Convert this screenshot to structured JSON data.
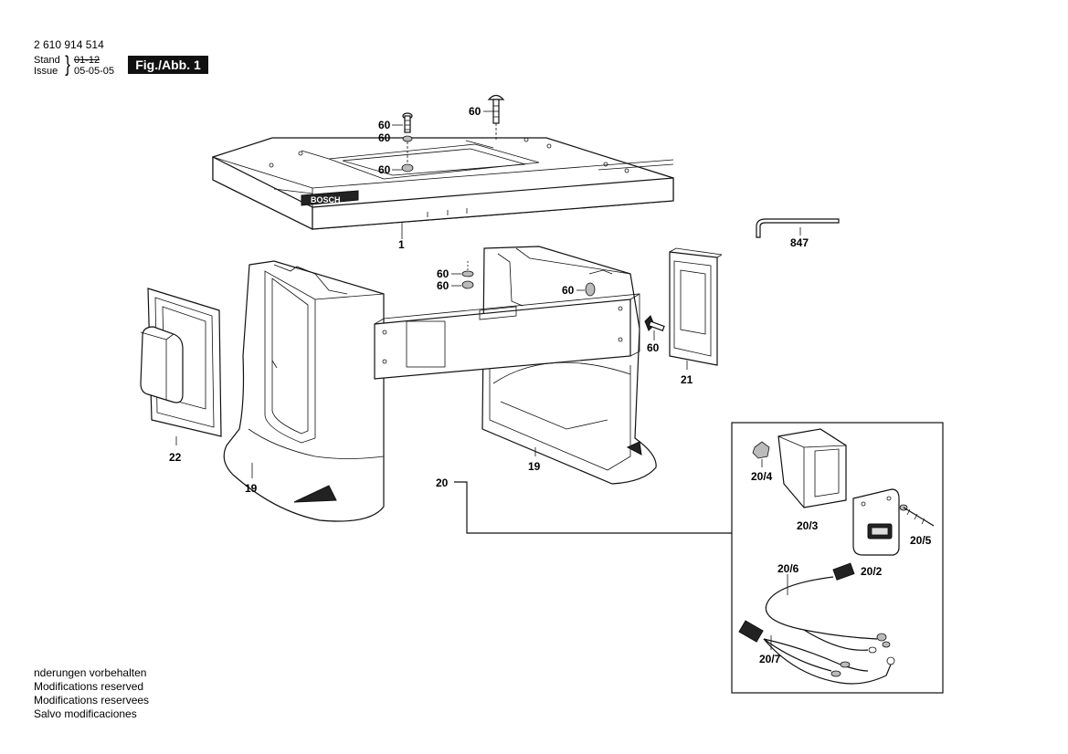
{
  "header": {
    "part_number": "2 610 914 514",
    "stand_label": "Stand",
    "issue_label": "Issue",
    "stand_date_struck": "01-12",
    "issue_date": "05-05-05",
    "figure_label": "Fig./Abb. 1"
  },
  "callouts": {
    "c1": "1",
    "c847": "847",
    "c60_a": "60",
    "c60_b": "60",
    "c60_c": "60",
    "c60_d": "60",
    "c60_e": "60",
    "c60_f": "60",
    "c60_g": "60",
    "c60_h": "60",
    "c21": "21",
    "c22": "22",
    "c19_left": "19",
    "c19_right": "19",
    "c20": "20",
    "c20_4": "20/4",
    "c20_3": "20/3",
    "c20_2": "20/2",
    "c20_5": "20/5",
    "c20_6": "20/6",
    "c20_7": "20/7"
  },
  "brand_plate": "BOSCH",
  "notes": [
    "nderungen vorbehalten",
    "Modifications reserved",
    "Modifications reservees",
    "Salvo modificaciones"
  ]
}
